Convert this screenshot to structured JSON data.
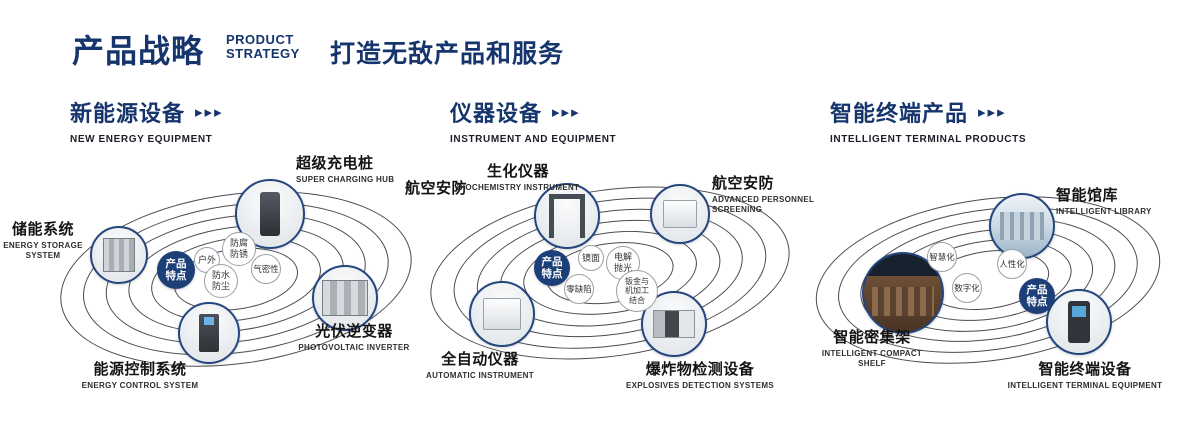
{
  "page": {
    "title_zh": "产品战略",
    "title_en_line1": "PRODUCT",
    "title_en_line2": "STRATEGY",
    "subtitle": "打造无敌产品和服务",
    "arrow_glyph": "▸▸▸"
  },
  "sections": {
    "new_energy": {
      "title_zh": "新能源设备",
      "title_en": "NEW ENERGY EQUIPMENT",
      "badge": "产品特点",
      "features": {
        "f1": "防腐防锈",
        "f2": "户外",
        "f3": "气密性",
        "f4": "防水防尘"
      },
      "products": {
        "super_charging_hub": {
          "zh": "超级充电桩",
          "en": "SUPER CHARGING HUB"
        },
        "energy_storage": {
          "zh": "储能系统",
          "en": "ENERGY STORAGE SYSTEM"
        },
        "pv_inverter": {
          "zh": "光伏逆变器",
          "en": "PHOTOVOLTAIC INVERTER"
        },
        "energy_control": {
          "zh": "能源控制系统",
          "en": "ENERGY CONTROL SYSTEM"
        }
      }
    },
    "instrument": {
      "title_zh": "仪器设备",
      "title_en": "INSTRUMENT AND EQUIPMENT",
      "badge": "产品特点",
      "features": {
        "f1": "镜面",
        "f2": "电解抛光",
        "f3": "零缺陷",
        "f4": "钣金与机加工结合"
      },
      "products": {
        "aviation_security": {
          "zh": "航空安防"
        },
        "biochemistry": {
          "zh": "生化仪器",
          "en": "BIOCHEMISTRY INSTRUMENT"
        },
        "personnel_screening": {
          "zh": "航空安防",
          "en": "ADVANCED PERSONNEL SCREENING"
        },
        "automatic": {
          "zh": "全自动仪器",
          "en": "AUTOMATIC INSTRUMENT"
        },
        "explosives": {
          "zh": "爆炸物检测设备",
          "en": "EXPLOSIVES DETECTION SYSTEMS"
        }
      }
    },
    "intelligent": {
      "title_zh": "智能终端产品",
      "title_en": "INTELLIGENT TERMINAL PRODUCTS",
      "badge": "产品特点",
      "features": {
        "f1": "智慧化",
        "f2": "人性化",
        "f3": "数字化"
      },
      "products": {
        "library": {
          "zh": "智能馆库",
          "en": "INTELLIGENT LIBRARY"
        },
        "compact_shelf": {
          "zh": "智能密集架",
          "en": "INTELLIGENT COMPACT SHELF"
        },
        "terminal": {
          "zh": "智能终端设备",
          "en": "INTELLIGENT TERMINAL EQUIPMENT"
        }
      }
    }
  }
}
